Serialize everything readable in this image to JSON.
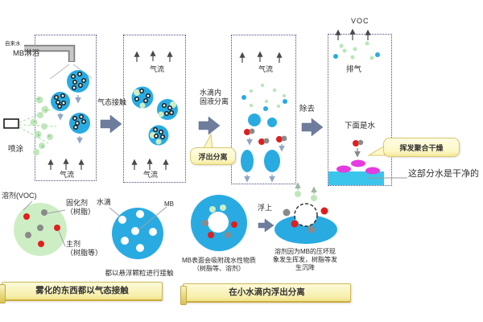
{
  "labels": {
    "tap_water": "自来水",
    "mb_shower": "MB淋浴",
    "spray": "喷涂",
    "airflow": "气流",
    "gas_contact": "气态接触",
    "droplet_sep_line1": "水滴内",
    "droplet_sep_line2": "固液分离",
    "float_separation": "浮出分离",
    "remove": "除去",
    "voc": "VOC",
    "exhaust": "排气",
    "water_below": "下面是水",
    "volatile_dry": "挥发聚合干燥",
    "clean_water": "这部分水是干净的"
  },
  "legend": {
    "solvent": "溶剂(VOC)",
    "curing_agent": "固化剂",
    "curing_agent_sub": "（树脂）",
    "main_agent": "主剂",
    "main_agent_sub": "（树脂等）",
    "water_droplet": "水滴",
    "mb": "MB",
    "suspended_caption": "都以悬浮颗粒进行接触",
    "adsorb_caption_line1": "MB表面会吸附疏水性物质",
    "adsorb_caption_line2": "（树脂等、溶剂）",
    "float_up": "浮上",
    "collapse_caption_line1": "溶剂因为MB的压坏现",
    "collapse_caption_line2": "象发生挥发，树脂等发",
    "collapse_caption_line3": "生沉降"
  },
  "banners": {
    "gas_contact_banner": "雾化的东西都以气态接触",
    "droplet_separation_banner": "在小水滴内浮出分离"
  },
  "colors": {
    "droplet_blue": "#29abe2",
    "legend_green": "#cdeec4",
    "spray_green": "#bfe6bb",
    "slate_arrow": "#6f7d9d",
    "magenta": "#e53ce0",
    "water_cyan": "#3bc5ec",
    "red_dot": "#df1f1f",
    "gray_dot": "#8a8a8a",
    "bubble_yellow": "#fdf8c6",
    "banner_yellow": "#f7efad",
    "panel_border": "#4a4a7a"
  }
}
